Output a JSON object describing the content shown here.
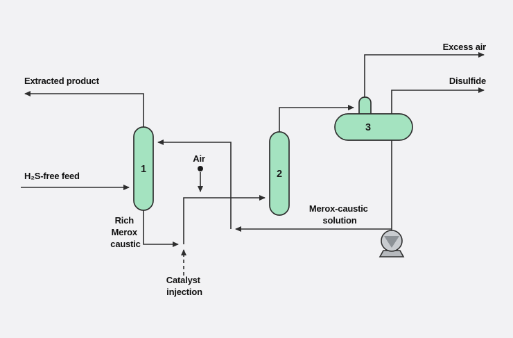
{
  "meta": {
    "diagram_type": "merox-process-flow-diagram",
    "background_color": "#f2f2f4",
    "vessel_fill_color": "#a4e3c0",
    "line_color": "#2e2e2e",
    "pump_fill_color": "#c9ccd0",
    "pump_triangle_color": "#8d9297"
  },
  "vessels": [
    {
      "label": "1"
    },
    {
      "label": "2"
    },
    {
      "label": "3"
    }
  ],
  "labels": {
    "extracted_product": "Extracted product",
    "h2s_free_feed": "H₂S-free feed",
    "rich_merox_caustic": [
      "Rich",
      "Merox",
      "caustic"
    ],
    "air": "Air",
    "catalyst_injection": [
      "Catalyst",
      "injection"
    ],
    "merox_caustic_solution": [
      "Merox-caustic",
      "solution"
    ],
    "excess_air": "Excess air",
    "disulfide": "Disulfide"
  }
}
